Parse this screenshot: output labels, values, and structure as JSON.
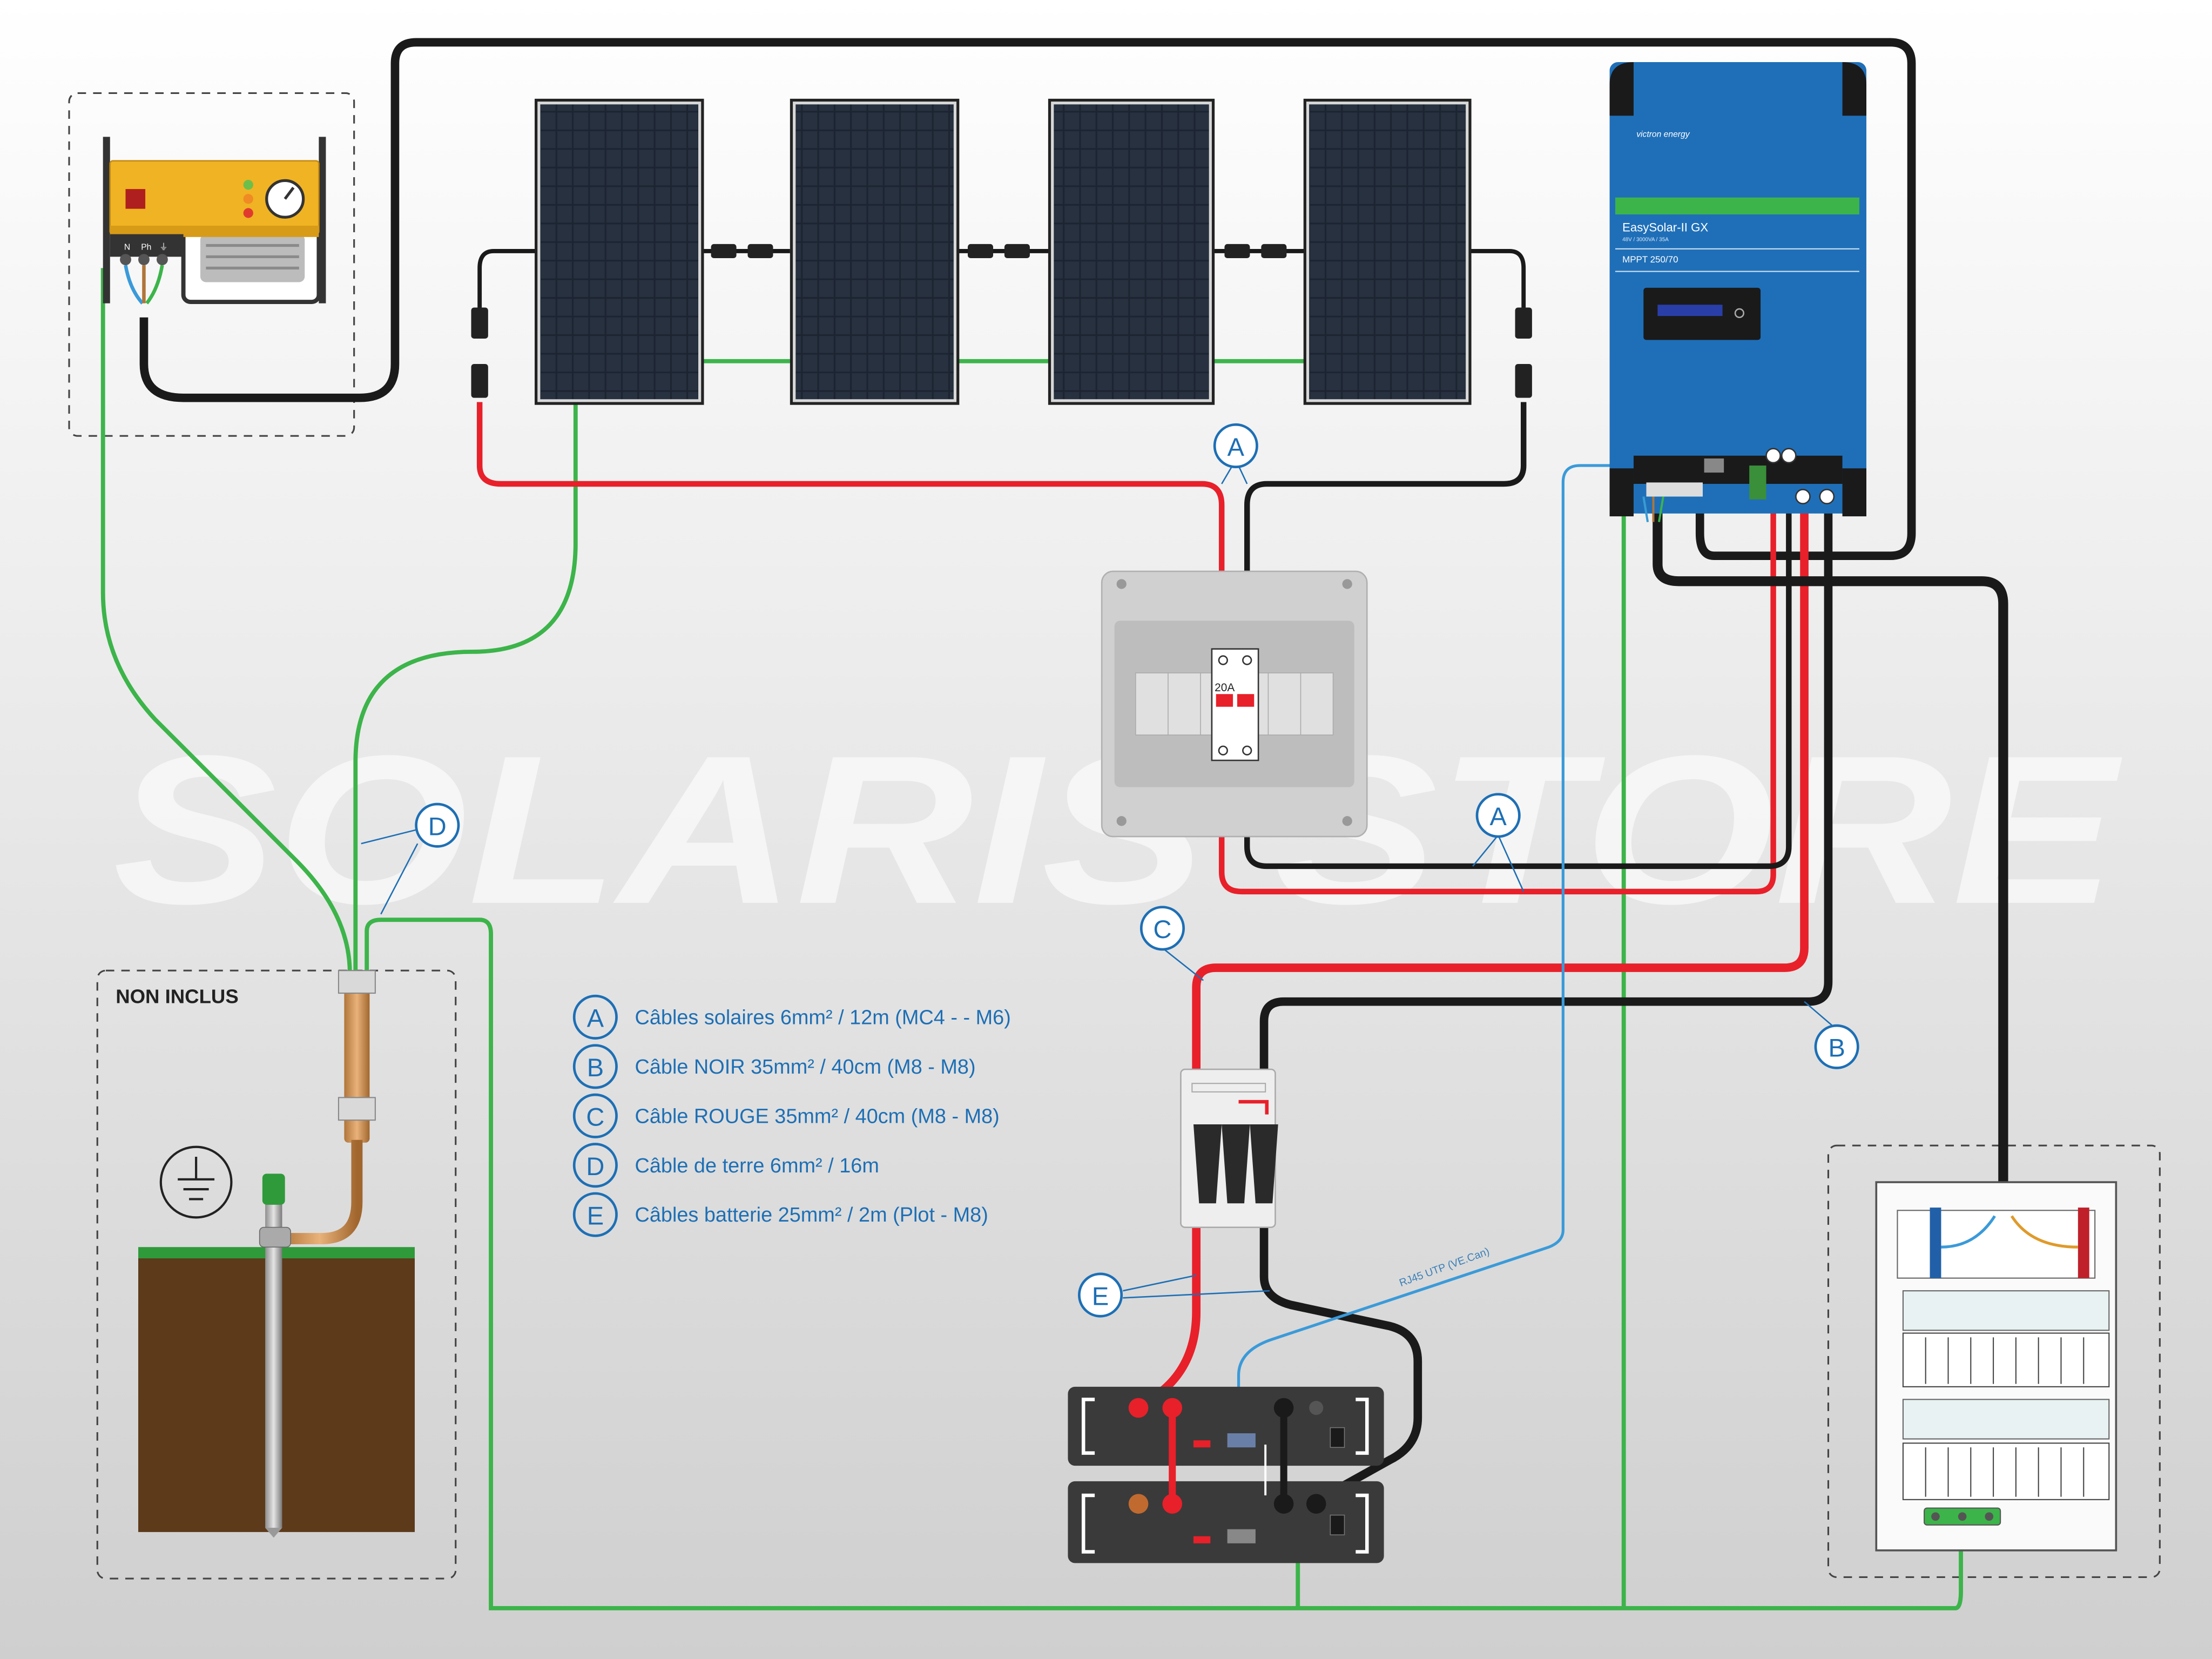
{
  "watermark": "SOLARIS STORE",
  "not_included_label": "NON INCLUS",
  "inverter": {
    "brand": "victron energy",
    "model": "EasySolar-II GX",
    "spec": "48V / 3000VA / 35A",
    "mppt": "MPPT 250/70"
  },
  "breaker_rating": "20A",
  "rj45_label": "RJ45 UTP (VE.Can)",
  "generator_terminals": [
    "N",
    "Ph",
    "⏚"
  ],
  "cable_tags": [
    "A",
    "A",
    "B",
    "C",
    "D",
    "E"
  ],
  "legend": [
    {
      "letter": "A",
      "text": "Câbles solaires 6mm² / 12m (MC4 - - M6)"
    },
    {
      "letter": "B",
      "text": "Câble NOIR 35mm² / 40cm (M8 - M8)"
    },
    {
      "letter": "C",
      "text": "Câble ROUGE 35mm² / 40cm (M8 - M8)"
    },
    {
      "letter": "D",
      "text": "Câble de terre 6mm² / 16m"
    },
    {
      "letter": "E",
      "text": "Câbles batterie 25mm² / 2m (Plot - M8)"
    }
  ],
  "colors": {
    "positive": "#e8202a",
    "negative": "#1a1a1a",
    "earth": "#3cb44a",
    "data": "#3a9ad9",
    "inverter_blue": "#1f6fb8",
    "generator_yellow": "#f0b323",
    "soil": "#5c3a1a",
    "label_blue": "#1d6fb5"
  },
  "icons": [
    "ground-symbol-icon",
    "gauge-icon",
    "screw-terminal-icon"
  ]
}
